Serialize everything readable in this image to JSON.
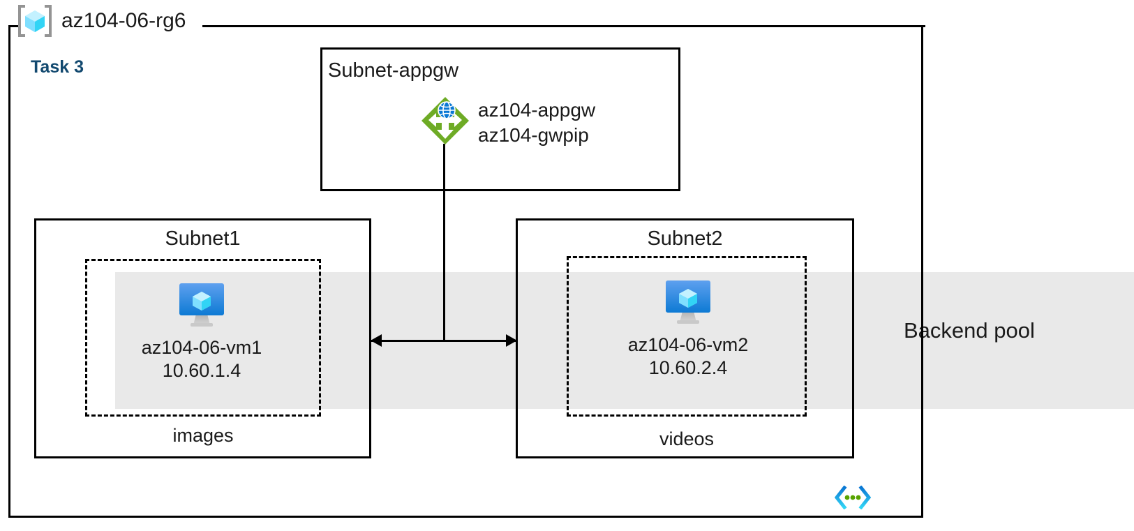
{
  "diagram": {
    "resource_group": {
      "name": "az104-06-rg6",
      "icon": "resource-group-cube-icon"
    },
    "task_label": "Task 3",
    "backend_pool": {
      "label": "Backend pool",
      "band_color": "#e9e9e9"
    },
    "subnets": [
      {
        "id": "appgw",
        "title": "Subnet-appgw",
        "resources": [
          {
            "icon": "application-gateway-icon",
            "lines": [
              "az104-appgw",
              "az104-gwpip"
            ]
          }
        ]
      },
      {
        "id": "subnet1",
        "title": "Subnet1",
        "zone_label": "images",
        "vm": {
          "icon": "virtual-machine-icon",
          "name": "az104-06-vm1",
          "ip": "10.60.1.4"
        }
      },
      {
        "id": "subnet2",
        "title": "Subnet2",
        "zone_label": "videos",
        "vm": {
          "icon": "virtual-machine-icon",
          "name": "az104-06-vm2",
          "ip": "10.60.2.4"
        }
      }
    ],
    "connector": {
      "type": "bidirectional-arrow",
      "from": "subnet1",
      "to": "subnet2",
      "source": "application-gateway"
    },
    "footer_icon": "code-brackets-icon",
    "colors": {
      "task_text": "#12496f",
      "band": "#e9e9e9",
      "appgw_green": "#6eab25",
      "vm_blue": "#1b87e0",
      "cube_cyan": "#50e6ff",
      "stroke": "#000000",
      "glyph_cyan": "#32d4f5",
      "glyph_blue": "#0a78d4",
      "glyph_green": "#57a300"
    }
  }
}
